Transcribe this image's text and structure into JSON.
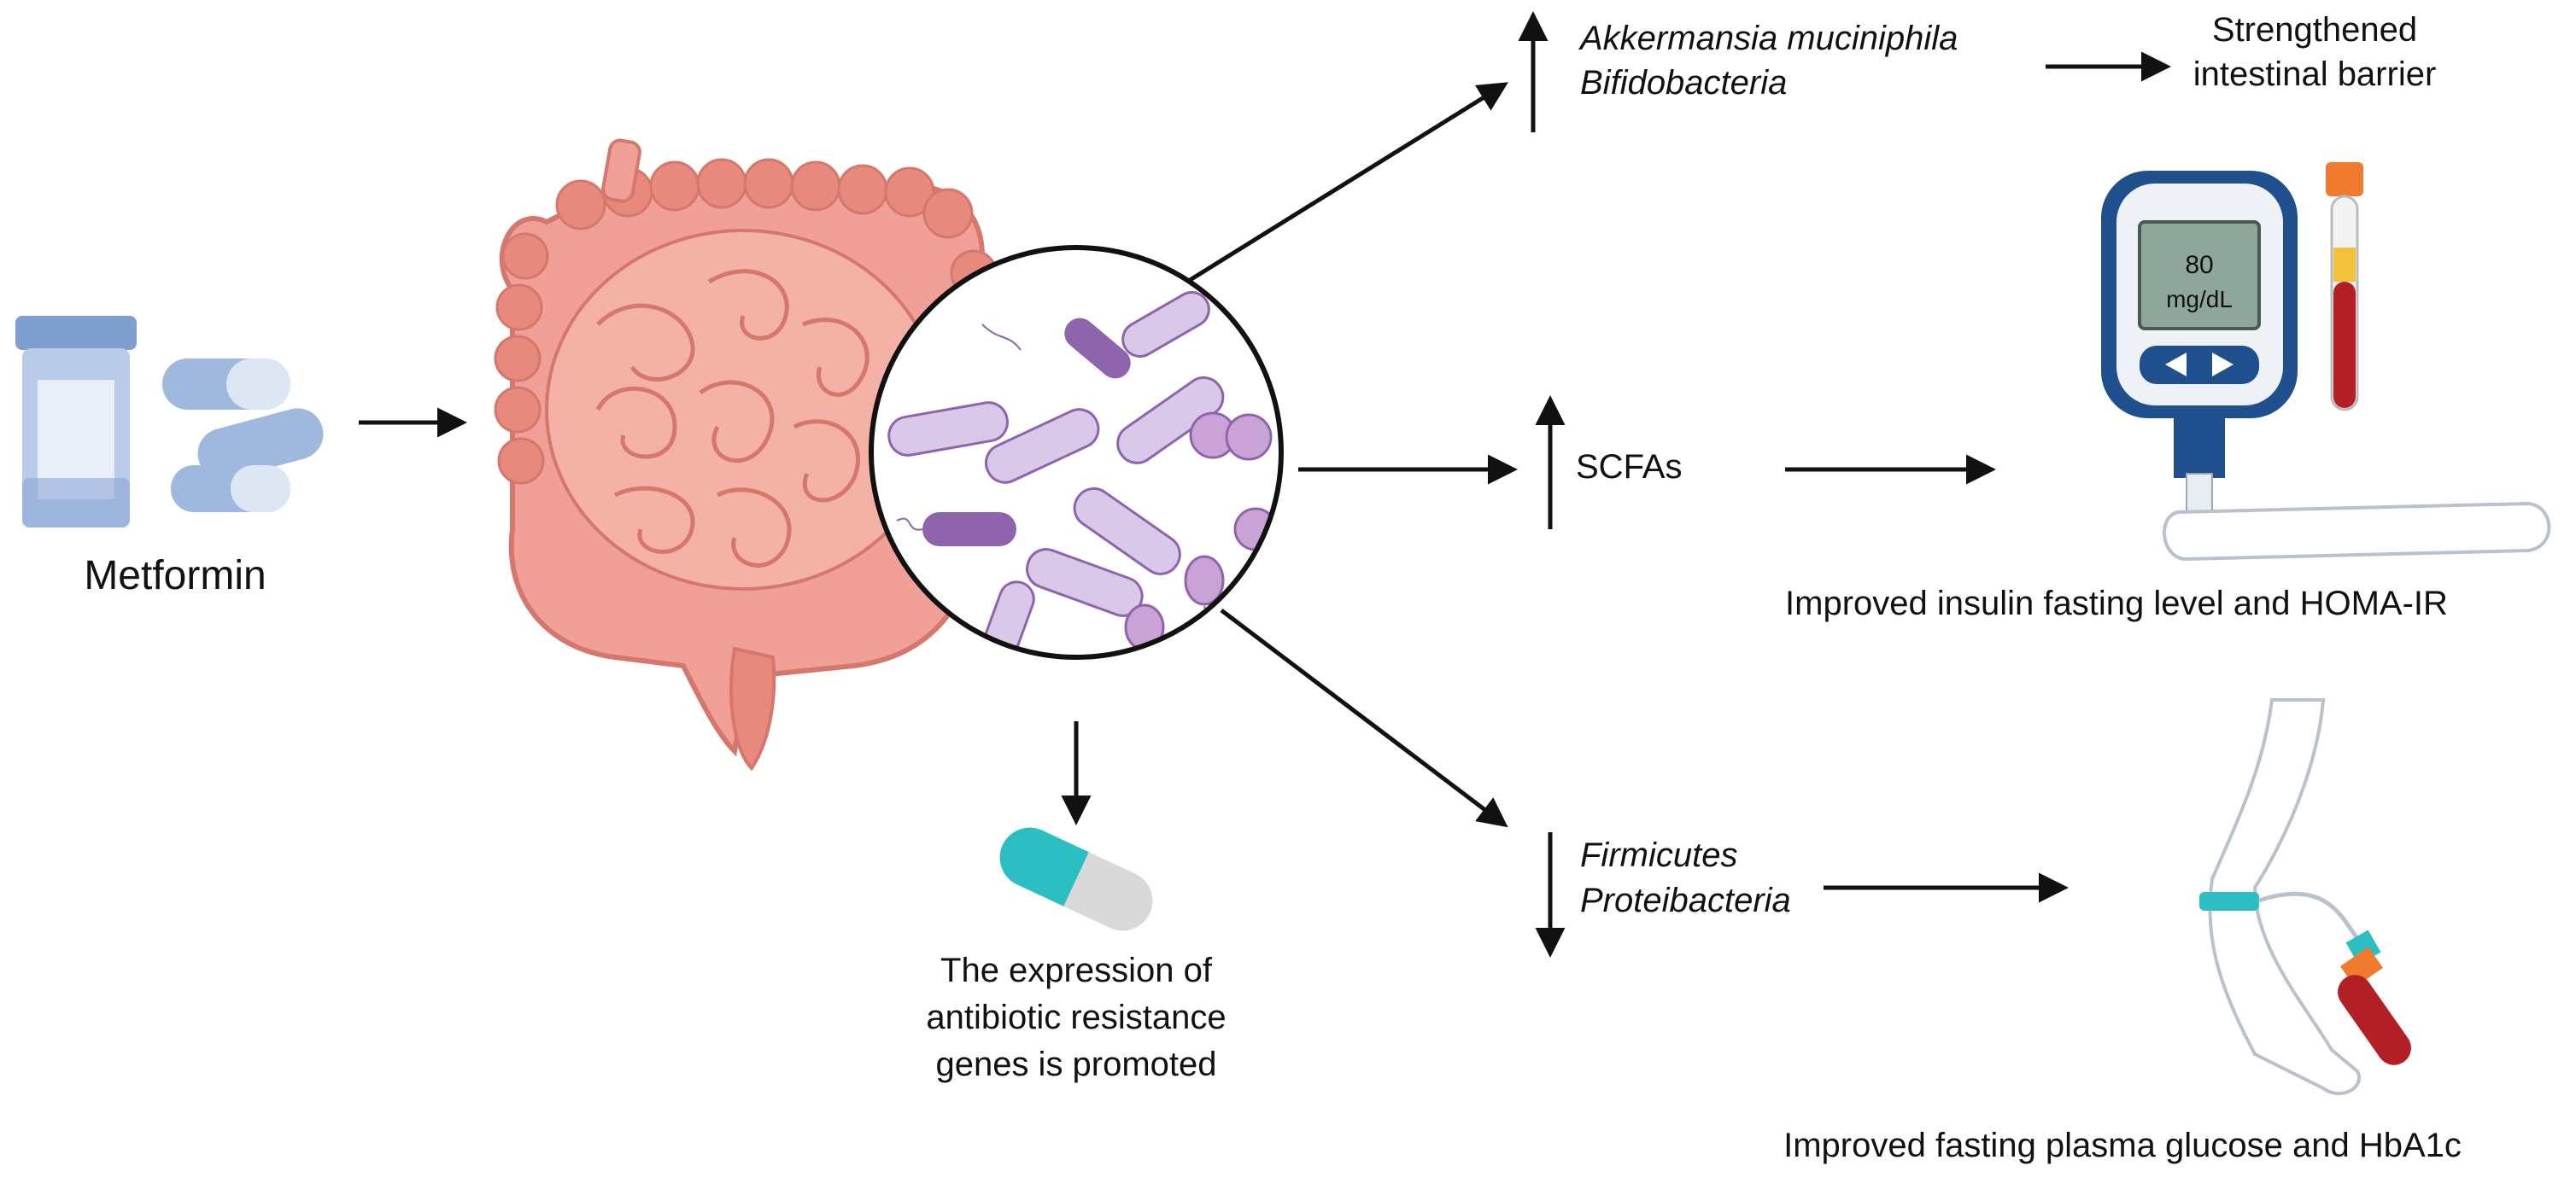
{
  "drug": {
    "label": "Metformin"
  },
  "bacteria_up": {
    "line1": "Akkermansia muciniphila",
    "line2": "Bifidobacteria"
  },
  "barrier": {
    "line1": "Strengthened",
    "line2": "intestinal barrier"
  },
  "glucometer": {
    "value": "80",
    "unit": "mg/dL"
  },
  "scfa": {
    "label": "SCFAs"
  },
  "insulin": {
    "label": "Improved insulin fasting level and HOMA-IR"
  },
  "antibiotic": {
    "line1": "The expression of",
    "line2": "antibiotic resistance",
    "line3": "genes is promoted"
  },
  "bacteria_down": {
    "line1": "Firmicutes",
    "line2": "Proteibacteria"
  },
  "glucose": {
    "label": "Improved fasting plasma glucose and HbA1c"
  },
  "colors": {
    "intestine": "#f0a096",
    "intestine_dark": "#d5776d",
    "bacteria_purple": "#c9b3dd",
    "bacteria_dark": "#8e64ad",
    "pill_blue": "#9fb8dd",
    "capsule_teal": "#2bbfc3",
    "meter_blue": "#1f4f8c",
    "blood_red": "#b21f24"
  }
}
